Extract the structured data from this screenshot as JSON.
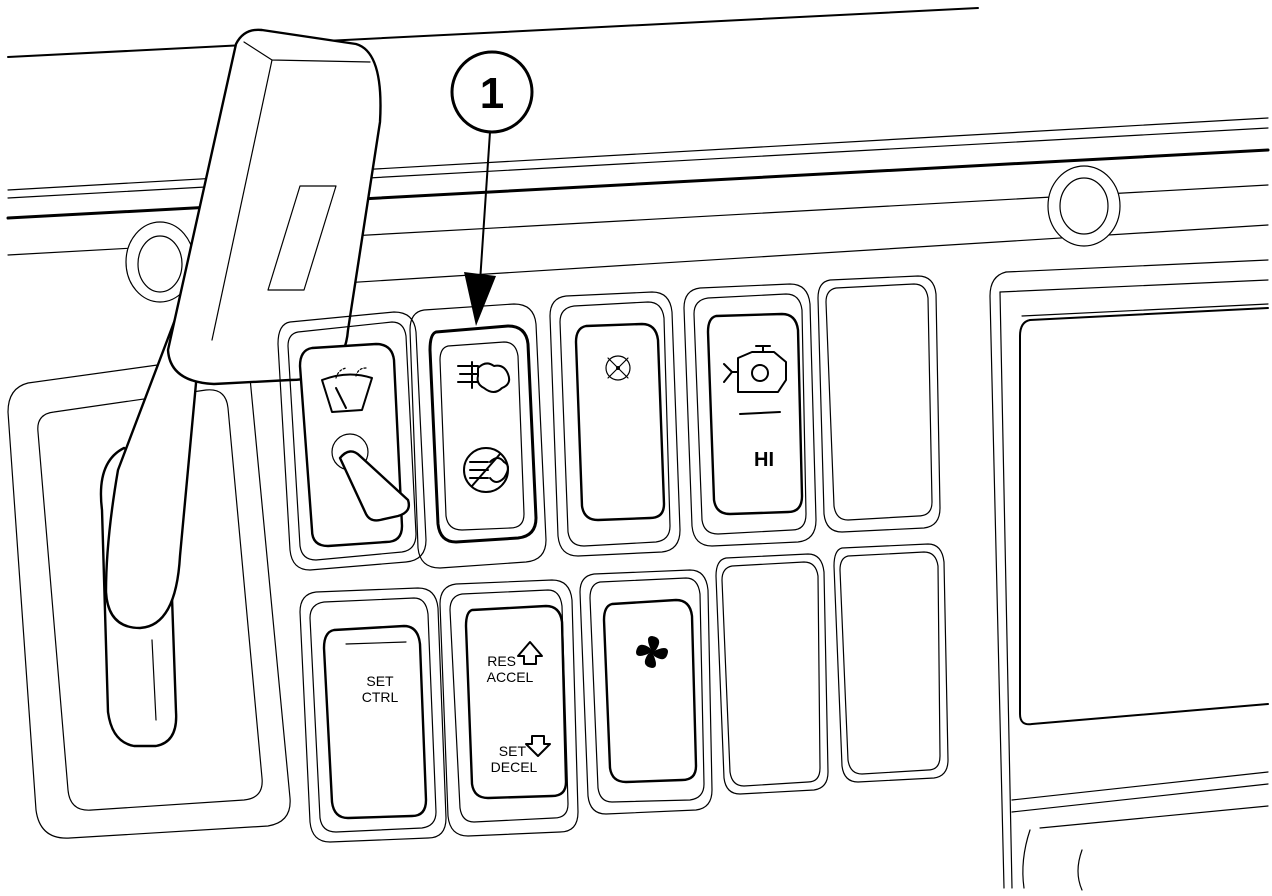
{
  "callout": {
    "number": "1"
  },
  "switches": {
    "set_ctrl": {
      "line1": "SET",
      "line2": "CTRL"
    },
    "cruise": {
      "res": "RES",
      "accel": "ACCEL",
      "set": "SET",
      "decel": "DECEL"
    },
    "engine_brake": {
      "level": "HI"
    }
  },
  "icons": {
    "wiper": "windshield-wiper-washer-icon",
    "regen": "exhaust-regeneration-icon",
    "regen_inhibit": "regeneration-inhibit-icon",
    "unlabeled": "blank-x-icon",
    "engine_brake": "engine-brake-icon",
    "fan": "fan-icon"
  }
}
